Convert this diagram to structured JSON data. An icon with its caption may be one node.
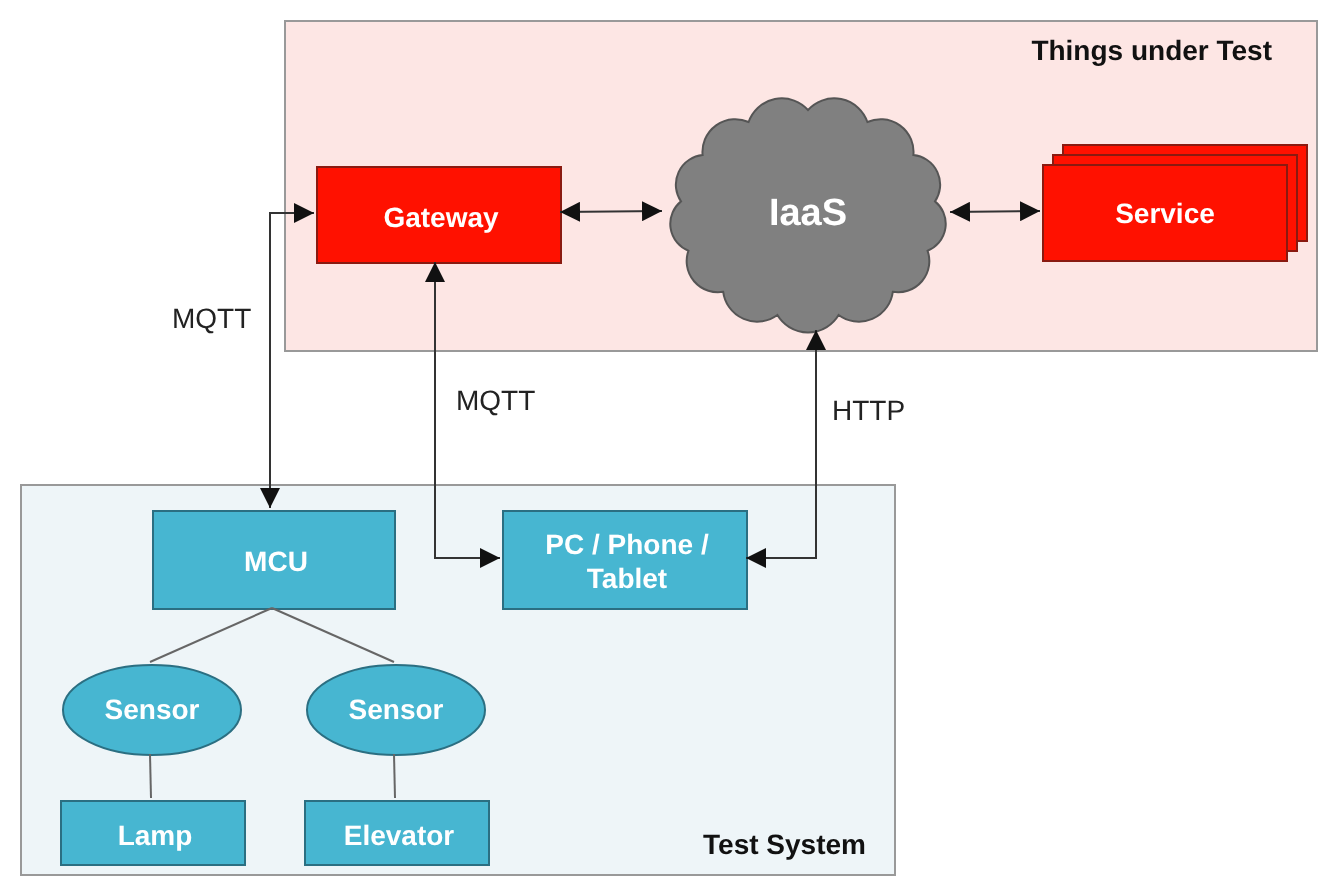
{
  "diagram": {
    "nodes": [
      {
        "text": [
          "Things under Test"
        ]
      },
      {
        "text": [
          "Gateway"
        ],
        "in": 0
      },
      {
        "text": [
          "IaaS"
        ],
        "in": 0
      },
      {
        "text": [
          "Service"
        ],
        "in": 0
      },
      {
        "text": [
          "Test System"
        ]
      },
      {
        "text": [
          "MCU"
        ],
        "in": 4
      },
      {
        "text": [
          "PC / Phone / Tablet"
        ],
        "in": 4
      },
      {
        "text": [
          "Sensor"
        ],
        "in": 4
      },
      {
        "text": [
          "Sensor"
        ],
        "in": 4
      },
      {
        "text": [
          "Lamp"
        ],
        "in": 4
      },
      {
        "text": [
          "Elevator"
        ],
        "in": 4
      }
    ],
    "edges": [
      {
        "from": 1,
        "to": 2,
        "arrow": "both"
      },
      {
        "from": 2,
        "to": 3,
        "arrow": "both"
      },
      {
        "from": 5,
        "to": 1,
        "arrow": "both",
        "label": "MQTT"
      },
      {
        "from": 1,
        "to": 6,
        "arrow": "both",
        "label": "MQTT"
      },
      {
        "from": 2,
        "to": 6,
        "arrow": "both",
        "label": "HTTP"
      },
      {
        "from": 5,
        "to": 7,
        "arrow": "none"
      },
      {
        "from": 5,
        "to": 8,
        "arrow": "none"
      },
      {
        "from": 7,
        "to": 9,
        "arrow": "none"
      },
      {
        "from": 8,
        "to": 10,
        "arrow": "none"
      }
    ]
  }
}
